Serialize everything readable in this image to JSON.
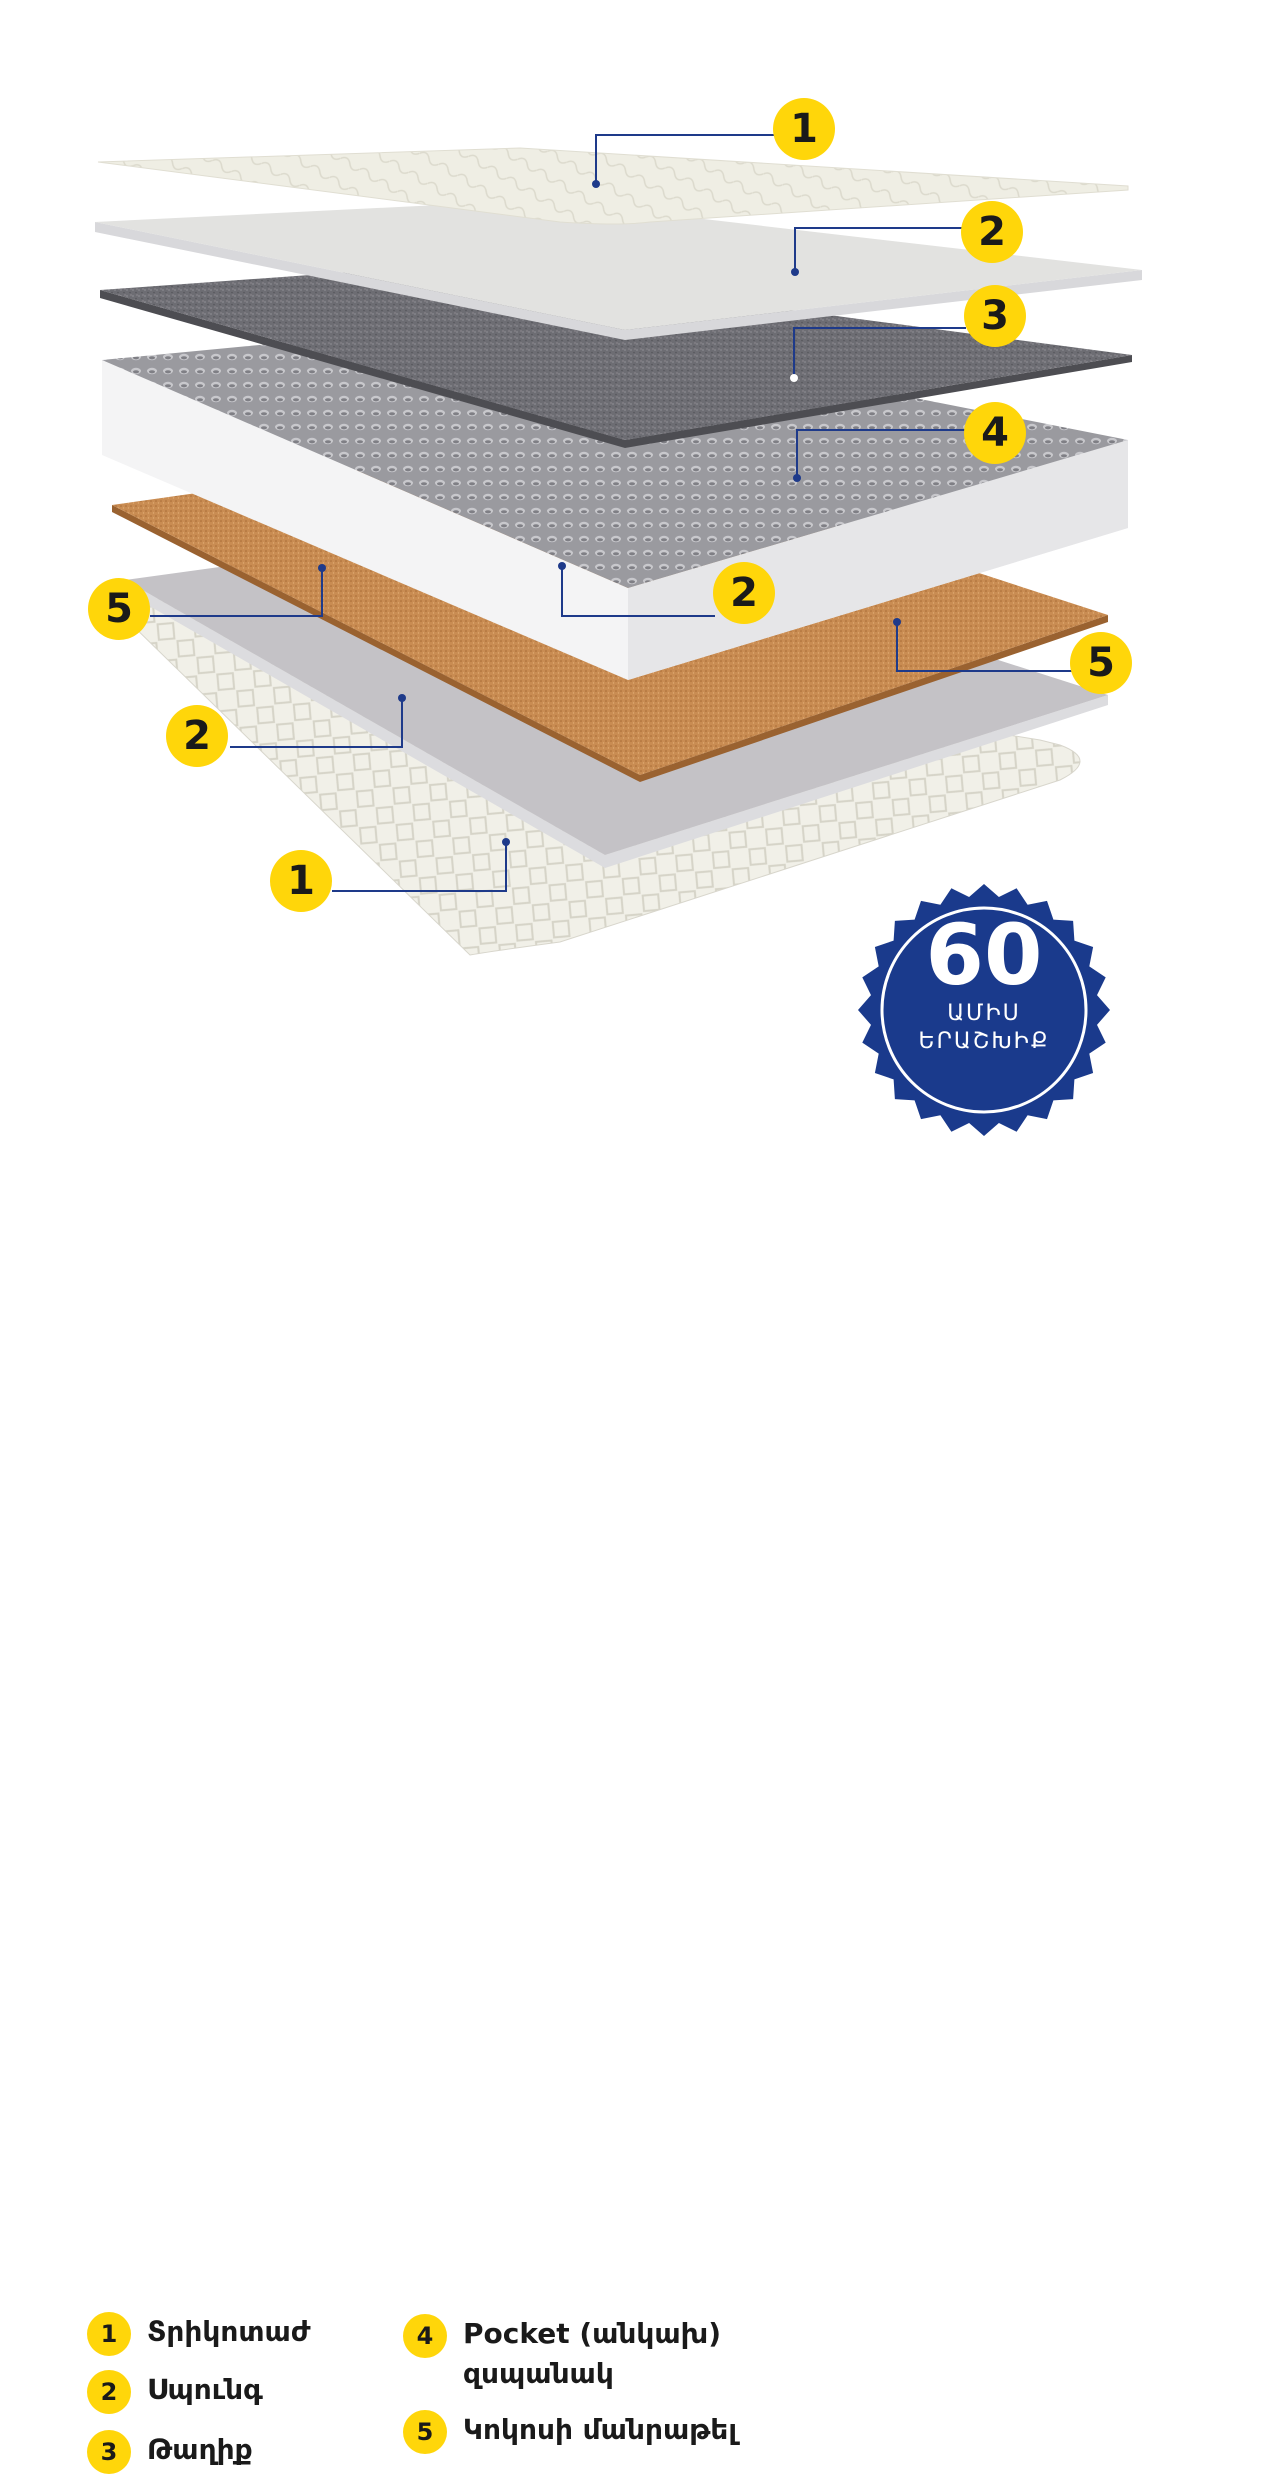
{
  "diagram": {
    "callouts": [
      {
        "id": "c1-top",
        "number": "1"
      },
      {
        "id": "c2-top",
        "number": "2"
      },
      {
        "id": "c3",
        "number": "3"
      },
      {
        "id": "c4",
        "number": "4"
      },
      {
        "id": "c5-left",
        "number": "5"
      },
      {
        "id": "c2-side",
        "number": "2"
      },
      {
        "id": "c5-right",
        "number": "5"
      },
      {
        "id": "c2-bottom",
        "number": "2"
      },
      {
        "id": "c1-bottom",
        "number": "1"
      }
    ]
  },
  "legend": [
    {
      "number": "1",
      "label": "Տրիկոտաժ"
    },
    {
      "number": "2",
      "label": "Սպունգ"
    },
    {
      "number": "3",
      "label": "Թաղիք"
    },
    {
      "number": "4",
      "label": "Pocket (անկախ)",
      "label_line2": "զսպանակ"
    },
    {
      "number": "5",
      "label": "Կոկոսի մանրաթել"
    }
  ],
  "seal": {
    "number": "60",
    "line1": "ԱՄԻՍ",
    "line2": "ԵՐԱՇԽԻՔ"
  },
  "colors": {
    "badge": "#ffd60a",
    "leader_line": "#1e3a8a",
    "seal": "#1a3a8c",
    "coconut": "#c98c52",
    "felt": "#6b6b70",
    "springs": "#8a8a8f"
  }
}
